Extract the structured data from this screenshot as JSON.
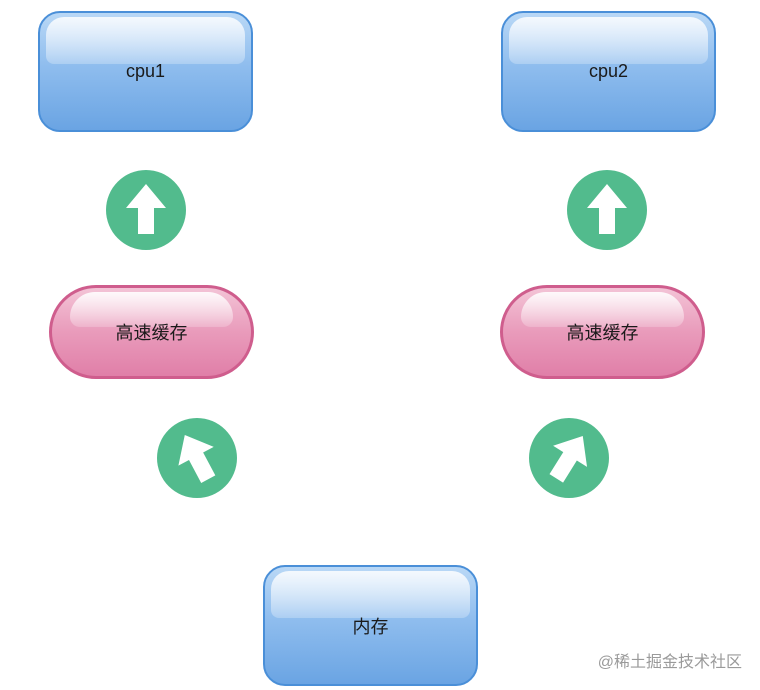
{
  "nodes": {
    "cpu1": "cpu1",
    "cpu2": "cpu2",
    "cache_left": "高速缓存",
    "cache_right": "高速缓存",
    "memory": "内存"
  },
  "icons": {
    "arrow": "arrow-icon"
  },
  "colors": {
    "node_blue": "#6aa4e3",
    "node_blue_border": "#4a8fd8",
    "node_pink": "#e07fa8",
    "node_pink_border": "#cf5d8d",
    "arrow_circle": "#52bb8d"
  },
  "watermark": "@稀土掘金技术社区"
}
